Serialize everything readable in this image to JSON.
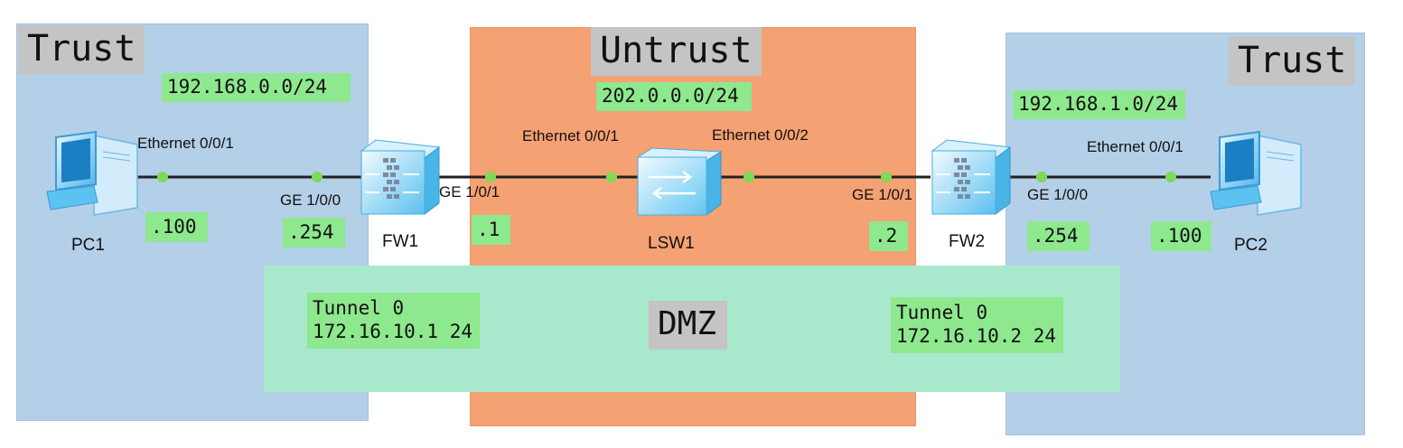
{
  "zones": {
    "trust_left": {
      "title": "Trust",
      "subnet": "192.168.0.0/24"
    },
    "untrust": {
      "title": "Untrust",
      "subnet": "202.0.0.0/24"
    },
    "trust_right": {
      "title": "Trust",
      "subnet": "192.168.1.0/24"
    },
    "dmz": {
      "title": "DMZ"
    }
  },
  "devices": {
    "pc1": {
      "label": "PC1",
      "port": "Ethernet 0/0/1",
      "ip": ".100"
    },
    "fw1": {
      "label": "FW1",
      "port_trust": "GE 1/0/0",
      "ip_trust": ".254",
      "port_untrust": "GE 1/0/1",
      "ip_untrust": ".1"
    },
    "lsw1": {
      "label": "LSW1",
      "port_left": "Ethernet 0/0/1",
      "port_right": "Ethernet 0/0/2"
    },
    "fw2": {
      "label": "FW2",
      "port_untrust": "GE 1/0/1",
      "ip_untrust": ".2",
      "port_trust": "GE 1/0/0",
      "ip_trust": ".254"
    },
    "pc2": {
      "label": "PC2",
      "port": "Ethernet 0/0/1",
      "ip": ".100"
    }
  },
  "tunnels": {
    "left": {
      "line1": "Tunnel 0",
      "line2": "172.16.10.1 24"
    },
    "right": {
      "line1": "Tunnel 0",
      "line2": "172.16.10.2 24"
    }
  },
  "colors": {
    "trust": "#b4cfe8",
    "untrust": "#f4a173",
    "dmz": "#a8e8cc",
    "tag": "#8ee88e",
    "title": "#c4c4c4",
    "link": "#222222",
    "dot": "#7ed957"
  },
  "icons": {
    "pc": "pc-icon",
    "firewall": "firewall-icon",
    "switch": "switch-icon"
  }
}
